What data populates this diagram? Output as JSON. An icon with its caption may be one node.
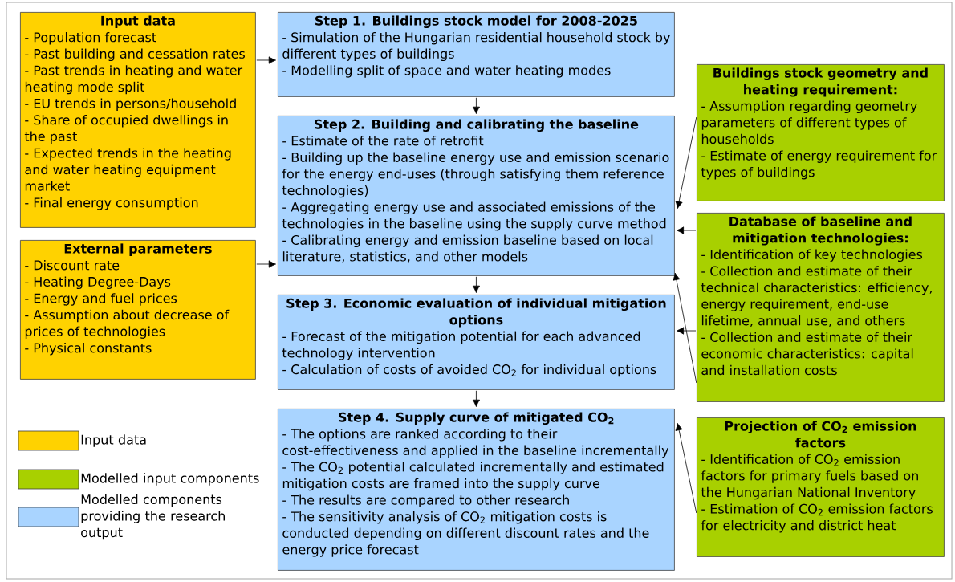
{
  "diagram": {
    "nodes": [
      {
        "text": [
          "Input data",
          "- Population forecast",
          "- Past building and cessation rates",
          "- Past trends in heating and water heating mode split",
          "- EU trends in persons/household",
          "- Share of occupied dwellings in the past",
          "- Expected trends in the heating and water heating equipment market",
          "- Final energy consumption"
        ]
      },
      {
        "text": [
          "External parameters",
          "- Discount rate",
          "- Heating Degree-Days",
          "- Energy and fuel prices",
          "- Assumption about decrease of prices of technologies",
          "- Physical constants"
        ]
      },
      {
        "text": [
          "Step 1. Buildings stock model for 2008-2025",
          "- Simulation of the Hungarian residential household stock by different types of buildings",
          "- Modelling split of space and water heating modes"
        ]
      },
      {
        "text": [
          "Step 2. Building and calibrating the baseline",
          "- Estimate of the rate of retrofit",
          "- Building up the baseline energy use and emission scenario for the energy end-uses (through satisfying them reference technologies)",
          "- Aggregating energy use and associated emissions of the technologies in the baseline using the supply curve method",
          "- Calibrating energy and emission baseline based on local literature, statistics, and other models"
        ]
      },
      {
        "text": [
          "Step 3. Economic evaluation of individual mitigation options",
          "- Forecast of the mitigation potential for each advanced technology intervention",
          "- Calculation of costs of avoided CO$_{2}$ for individual options"
        ]
      },
      {
        "text": [
          "Step 4. Supply curve of mitigated CO$_{2}$",
          "- The options are ranked according to their cost-effectiveness and applied in the baseline incrementally",
          "- The CO$_{2}$ potential calculated incrementally and estimated mitigation costs are framed into the supply curve",
          "- The results are compared to other research",
          "- The sensitivity analysis of CO$_{2}$ mitigation costs is conducted depending on different discount rates and the energy price forecast"
        ]
      },
      {
        "text": [
          "Buildings stock geometry and heating requirement:",
          "- Assumption regarding geometry parameters of different types of households",
          "- Estimate of energy requirement for types of buildings"
        ]
      },
      {
        "text": [
          "Database of baseline and mitigation technologies:",
          "- Identification of key technologies",
          "- Collection and estimate of their technical characteristics: efficiency, energy requirement, end-use lifetime, annual use, and others",
          "- Collection and estimate of their economic characteristics: capital and installation costs"
        ]
      },
      {
        "text": [
          "Projection of CO$_{2}$ emission factors",
          "- Identification of CO$_{2}$ emission factors for primary fuels based on the Hungarian National Inventory",
          "- Estimation of CO$_{2}$ emission factors for electricity and district heat"
        ]
      }
    ],
    "edges": [
      {
        "from": 0,
        "to": 2,
        "arrow": "to"
      },
      {
        "from": 1,
        "to": 3,
        "arrow": "to"
      },
      {
        "from": 2,
        "to": 3,
        "arrow": "to"
      },
      {
        "from": 3,
        "to": 4,
        "arrow": "to"
      },
      {
        "from": 4,
        "to": 5,
        "arrow": "to"
      },
      {
        "from": 6,
        "to": 3,
        "arrow": "to"
      },
      {
        "from": 7,
        "to": 3,
        "arrow": "to"
      },
      {
        "from": 7,
        "to": 3,
        "arrow": "to"
      },
      {
        "from": 7,
        "to": 4,
        "arrow": "to"
      },
      {
        "from": 8,
        "to": 5,
        "arrow": "to"
      }
    ],
    "legend": [
      {
        "text": "Input data",
        "color": "#ffd200"
      },
      {
        "text": "Modelled input components",
        "color": "#a8d000"
      },
      {
        "text": "Modelled components providing the research output",
        "color": "#a9d4ff"
      }
    ]
  }
}
